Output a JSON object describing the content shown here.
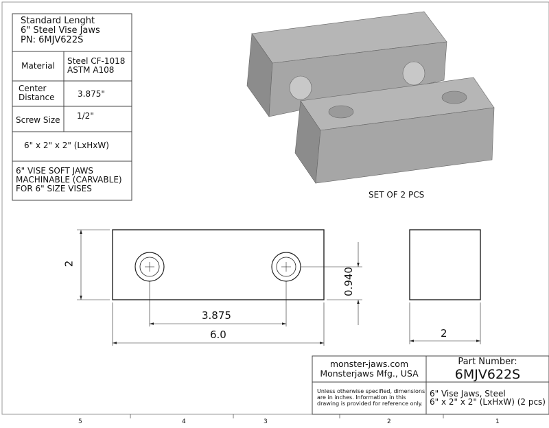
{
  "spec_table": {
    "title_lines": [
      "Standard Lenght",
      "6\" Steel Vise Jaws",
      "PN: 6MJV622S"
    ],
    "rows": [
      {
        "label": "Material",
        "value_lines": [
          "Steel CF-1018",
          "ASTM A108"
        ]
      },
      {
        "label_lines": [
          "Center",
          "Distance"
        ],
        "value": "3.875\""
      },
      {
        "label": "Screw Size",
        "value": "1/2\""
      }
    ],
    "dimensions": "6\" x 2\" x 2\" (LxHxW)",
    "notes_lines": [
      "6\" VISE SOFT JAWS",
      "MACHINABLE (CARVABLE)",
      "FOR 6\" SIZE VISES"
    ]
  },
  "iso_caption": "SET OF 2 PCS",
  "front_view": {
    "height_dim": "2",
    "hole_height_dim": "0.940",
    "center_distance_dim": "3.875",
    "length_dim": "6.0"
  },
  "side_view": {
    "width_dim": "2"
  },
  "title_block": {
    "website": "monster-jaws.com",
    "company": "Monsterjaws Mfg., USA",
    "part_number_label": "Part Number:",
    "part_number": "6MJV622S",
    "disclaimer_lines": [
      "Unless otherwise specified, dimensions",
      "are in inches.  Information in this",
      "drawing is provided for reference only."
    ],
    "description_lines": [
      "6\" Vise Jaws, Steel",
      "6\" x 2\" x 2\" (LxHxW)  (2 pcs)"
    ]
  },
  "zones": [
    "5",
    "4",
    "3",
    "2",
    "1"
  ],
  "colors": {
    "line": "#222222",
    "steel_top": "#b4b4b4",
    "steel_front": "#a4a4a4",
    "steel_side": "#8e8e8e"
  }
}
